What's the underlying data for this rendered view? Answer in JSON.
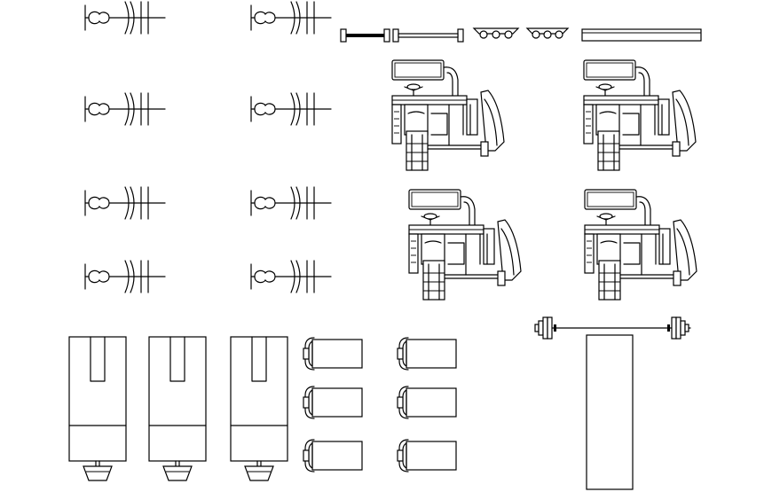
{
  "drawing": {
    "background": "#ffffff",
    "stroke_color": "#000000",
    "symbols": {
      "row_machine_plan": {
        "icon": "rowing-machine-plan-icon",
        "count": 8
      },
      "barbell_small": {
        "icon": "barbell-icon",
        "count": 2
      },
      "bench_pad_small": {
        "icon": "bench-pad-icon",
        "count": 2
      },
      "bench_long": {
        "icon": "bench-icon",
        "count": 1
      },
      "leg_press_machine": {
        "icon": "leg-press-machine-icon",
        "count": 4
      },
      "treadmill_plan": {
        "icon": "treadmill-icon",
        "count": 3
      },
      "chair_plan": {
        "icon": "chair-icon",
        "count": 6
      },
      "olympic_barbell": {
        "icon": "olympic-barbell-icon",
        "count": 1
      },
      "flat_bench_long": {
        "icon": "flat-bench-icon",
        "count": 1
      }
    }
  }
}
